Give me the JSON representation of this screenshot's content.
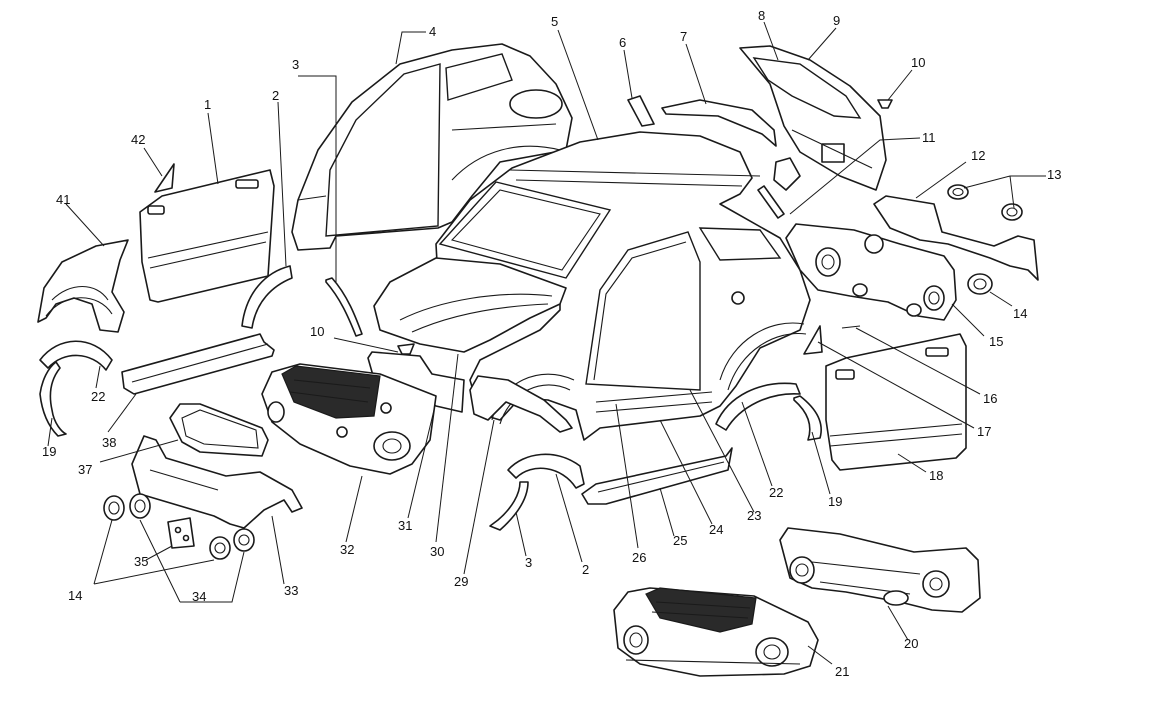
{
  "labels": {
    "n1": "1",
    "n2a": "2",
    "n2b": "2",
    "n3a": "3",
    "n3b": "3",
    "n4": "4",
    "n5": "5",
    "n6": "6",
    "n7": "7",
    "n8": "8",
    "n9": "9",
    "n10a": "10",
    "n10b": "10",
    "n11": "11",
    "n12": "12",
    "n13": "13",
    "n14a": "14",
    "n14b": "14",
    "n15": "15",
    "n16": "16",
    "n17": "17",
    "n18": "18",
    "n19a": "19",
    "n19b": "19",
    "n20": "20",
    "n21": "21",
    "n22a": "22",
    "n22b": "22",
    "n23": "23",
    "n24": "24",
    "n25": "25",
    "n26": "26",
    "n29": "29",
    "n30": "30",
    "n31": "31",
    "n32": "32",
    "n33": "33",
    "n34": "34",
    "n35": "35",
    "n37": "37",
    "n38": "38",
    "n41": "41",
    "n42": "42"
  },
  "colors": {
    "line": "#1a1a1a",
    "background": "#ffffff",
    "grille": "#2a2a2a"
  }
}
